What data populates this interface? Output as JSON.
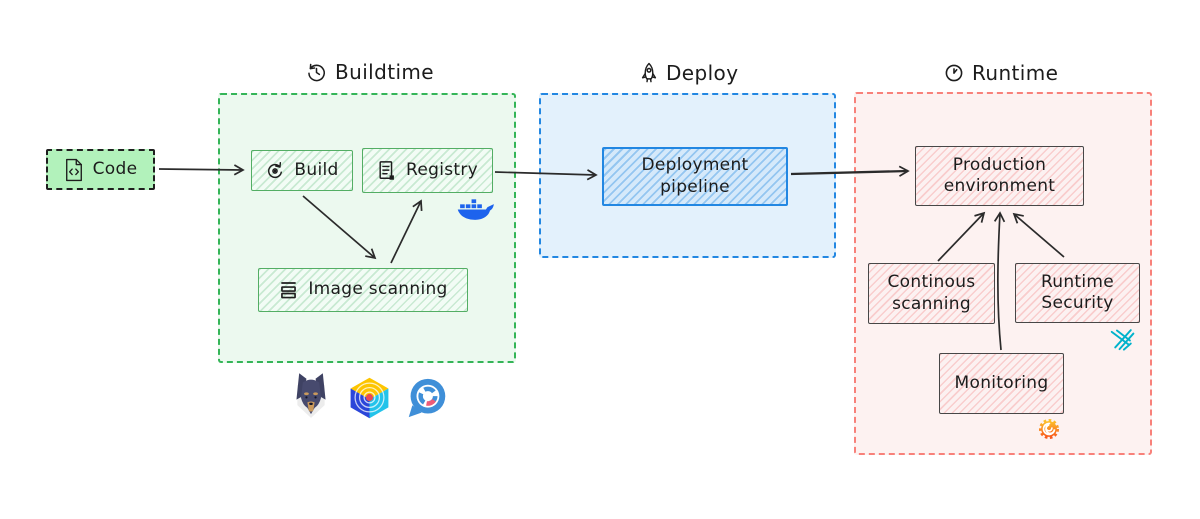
{
  "code": {
    "label": "Code",
    "icon": "file-code-icon"
  },
  "sections": {
    "buildtime": {
      "title": "Buildtime",
      "icon": "history-icon",
      "nodes": {
        "build": {
          "label": "Build",
          "icon": "rebuild-icon"
        },
        "registry": {
          "label": "Registry",
          "icon": "manifest-icon"
        },
        "image_scanning": {
          "label": "Image scanning",
          "icon": "layers-icon"
        }
      },
      "logos": [
        "docker-logo",
        "snyk-logo",
        "clair-logo",
        "trivy-logo"
      ]
    },
    "deploy": {
      "title": "Deploy",
      "icon": "rocket-icon",
      "nodes": {
        "pipeline": {
          "label": "Deployment pipeline"
        }
      }
    },
    "runtime": {
      "title": "Runtime",
      "icon": "clock-icon",
      "nodes": {
        "production": {
          "label": "Production environment"
        },
        "continuous_scanning": {
          "label": "Continous scanning"
        },
        "runtime_security": {
          "label": "Runtime Security",
          "logo": "falco-logo"
        },
        "monitoring": {
          "label": "Monitoring",
          "logo": "grafana-logo"
        }
      }
    }
  },
  "colors": {
    "text": "#1c1c1c",
    "arrow": "#2b2b2b",
    "code_bg": "#b2f2bb",
    "buildtime_border": "#35b558",
    "buildtime_bg": "#ecf9ef",
    "green_node_border": "#53ae64",
    "deploy_border": "#2287e2",
    "deploy_bg": "#e3f1fc",
    "blue_node_border": "#2287e2",
    "runtime_border": "#f8817a",
    "runtime_bg": "#fdf2f1",
    "pink_node_border": "#474747",
    "docker_blue": "#1d63ed",
    "snyk_navy": "#474a6e",
    "snyk_tan": "#c9995c",
    "clair_yellow": "#fdc500",
    "clair_blue": "#2b46d9",
    "clair_cyan": "#23c3ea",
    "clair_red": "#e84855",
    "trivy_blue": "#3f8fd8",
    "trivy_red": "#ef5b77",
    "falco_teal": "#00b2cb",
    "grafana_orange": "#f8581c",
    "grafana_yellow": "#fcc22b"
  }
}
